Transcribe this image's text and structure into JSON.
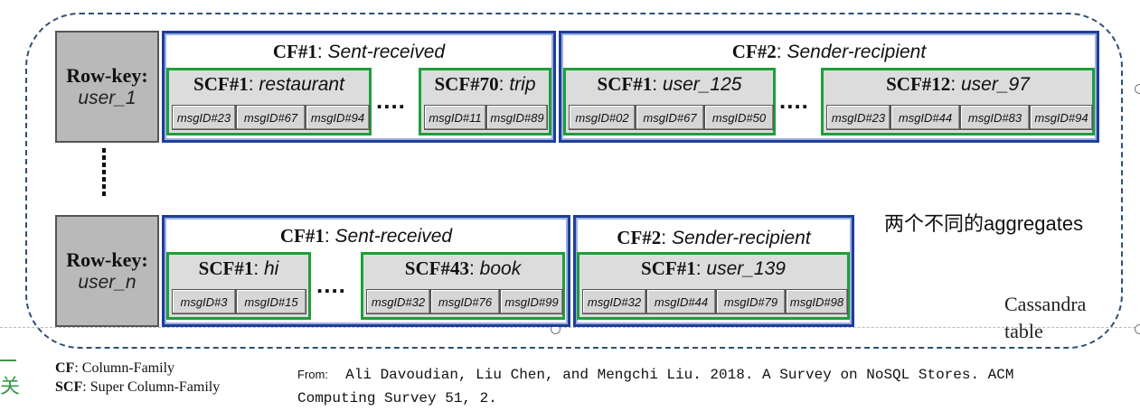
{
  "rows": [
    {
      "row_key_label": "Row-key",
      "row_key_value": "user_1",
      "column_families": [
        {
          "cf_label": "CF#1",
          "cf_name": "Sent-received",
          "ellipsis": "....",
          "scfs": [
            {
              "label": "SCF#1",
              "name": "restaurant",
              "msgs": [
                "msgID#23",
                "msgID#67",
                "msgID#94"
              ]
            },
            {
              "label": "SCF#70",
              "name": "trip",
              "msgs": [
                "msgID#11",
                "msgID#89"
              ]
            }
          ]
        },
        {
          "cf_label": "CF#2",
          "cf_name": "Sender-recipient",
          "ellipsis": "....",
          "scfs": [
            {
              "label": "SCF#1",
              "name": "user_125",
              "msgs": [
                "msgID#02",
                "msgID#67",
                "msgID#50"
              ]
            },
            {
              "label": "SCF#12",
              "name": "user_97",
              "msgs": [
                "msgID#23",
                "msgID#44",
                "msgID#83",
                "msgID#94"
              ]
            }
          ]
        }
      ]
    },
    {
      "row_key_label": "Row-key",
      "row_key_value": "user_n",
      "column_families": [
        {
          "cf_label": "CF#1",
          "cf_name": "Sent-received",
          "ellipsis": "....",
          "scfs": [
            {
              "label": "SCF#1",
              "name": "hi",
              "msgs": [
                "msgID#3",
                "msgID#15"
              ]
            },
            {
              "label": "SCF#43",
              "name": "book",
              "msgs": [
                "msgID#32",
                "msgID#76",
                "msgID#99"
              ]
            }
          ]
        },
        {
          "cf_label": "CF#2",
          "cf_name": "Sender-recipient",
          "scfs": [
            {
              "label": "SCF#1",
              "name": "user_139",
              "msgs": [
                "msgID#32",
                "msgID#44",
                "msgID#79",
                "msgID#98"
              ]
            }
          ]
        }
      ]
    }
  ],
  "annotation": "两个不同的aggregates",
  "cassandra_line1": "Cassandra",
  "cassandra_line2": "table",
  "legend": {
    "cf_abbr": "CF",
    "cf_full": "Column-Family",
    "scf_abbr": "SCF",
    "scf_full": "Super Column-Family"
  },
  "source": {
    "label": "From:",
    "line1": "Ali Davoudian, Liu Chen, and Mengchi Liu. 2018. A Survey on NoSQL Stores. ACM",
    "line2": "Computing Survey 51, 2."
  },
  "side_glyph": "关"
}
